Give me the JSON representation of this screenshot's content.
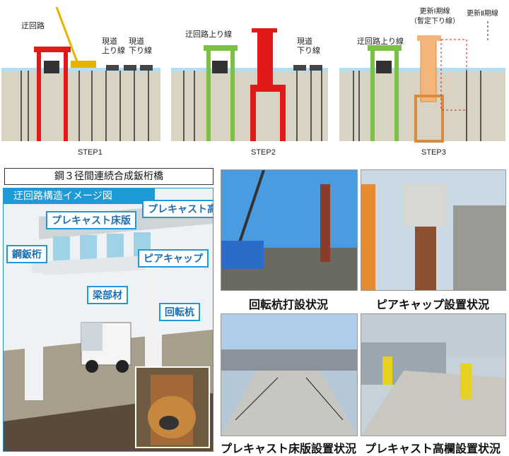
{
  "step1": {
    "label": "STEP1",
    "detour": "迂回路",
    "current_up": "現道\n上り線",
    "current_down": "現道\n下り線"
  },
  "step2": {
    "label": "STEP2",
    "detour_up": "迂回路上り線",
    "current_down": "現道\n下り線"
  },
  "step3": {
    "label": "STEP3",
    "detour_up": "迂回路上り線",
    "phase1": "更新Ⅰ期線\n（暫定下り線）",
    "phase2": "更新Ⅱ期線"
  },
  "bridge_title": "鋼３径間連続合成鈑桁橋",
  "image_panel": {
    "title": "迂回路構造イメージ図",
    "precast_deck": "プレキャスト床版",
    "precast_rail": "プレキャスト高欄",
    "steel_girder": "鋼鈑桁",
    "pier_cap": "ピアキャップ",
    "beam": "梁部材",
    "rotary_pile": "回転杭"
  },
  "photos": {
    "pile": "回転杭打設状況",
    "piercap": "ピアキャップ設置状況",
    "deck": "プレキャスト床版設置状況",
    "rail": "プレキャスト高欄設置状況"
  },
  "colors": {
    "red": "#e01919",
    "green": "#7bc144",
    "orange": "#f4b57a",
    "blue": "#1e9ad6"
  }
}
